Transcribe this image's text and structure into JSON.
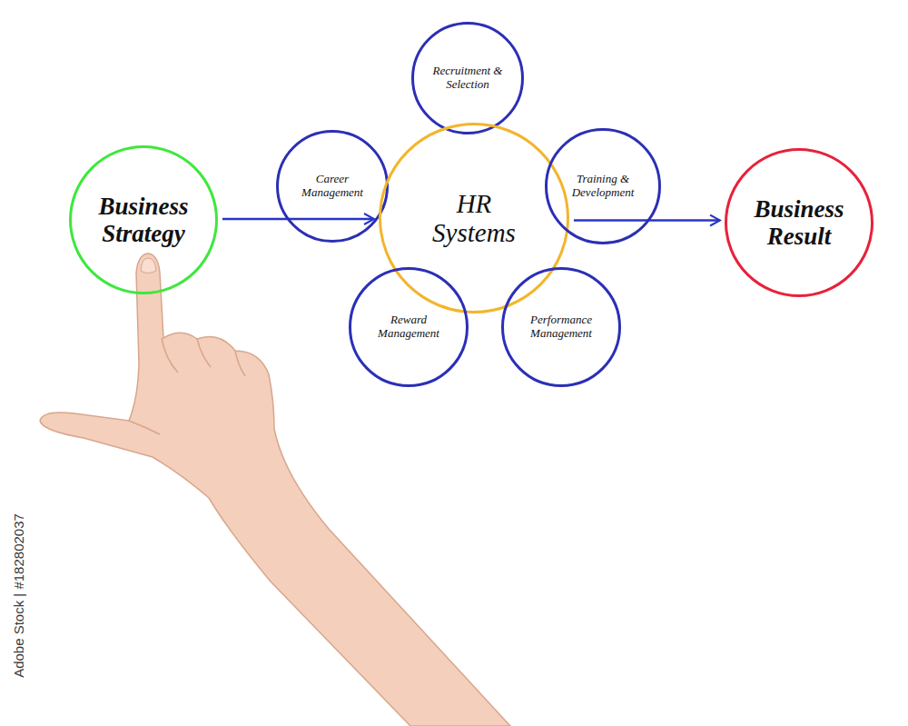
{
  "diagram": {
    "nodes": [
      {
        "text": [
          "Business Strategy"
        ]
      },
      {
        "text": [
          "Recruitment & Selection"
        ]
      },
      {
        "text": [
          "Career Management"
        ]
      },
      {
        "text": [
          "HR Systems"
        ]
      },
      {
        "text": [
          "Training & Development"
        ]
      },
      {
        "text": [
          "Reward Management"
        ]
      },
      {
        "text": [
          "Performance Management"
        ]
      },
      {
        "text": [
          "Business Result"
        ]
      }
    ],
    "edges": [
      {
        "from": 0,
        "to": 3,
        "arrow": "to"
      },
      {
        "from": 3,
        "to": 7,
        "arrow": "to"
      }
    ],
    "labels": [
      "Adobe Stock | #182802037"
    ]
  }
}
